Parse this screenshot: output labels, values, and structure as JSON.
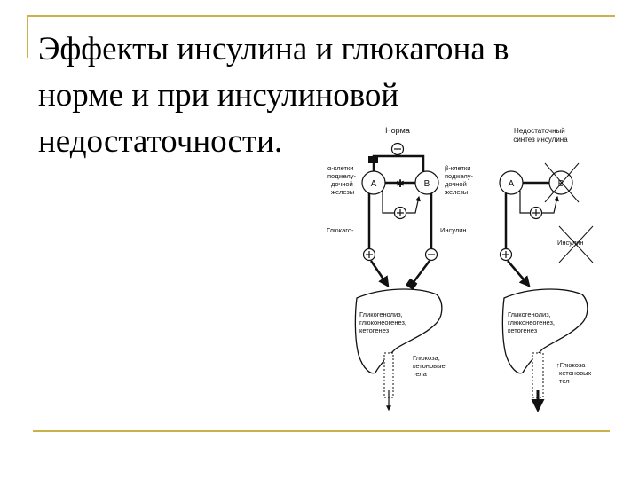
{
  "slide": {
    "title_lines": [
      "Эффекты инсулина и глюкагона в",
      "норме и при инсулиновой",
      "недостаточности."
    ]
  },
  "diagram": {
    "left": {
      "heading": "Норма",
      "alpha_cells": [
        "α-клетки",
        "поджелу-",
        "дочной",
        "железы"
      ],
      "beta_cells": [
        "β-клетки",
        "поджелу-",
        "дочной",
        "железы"
      ],
      "cell_a": "A",
      "cell_b": "B",
      "glucagon": "Глюкаго-",
      "insulin": "Инсулин",
      "liver_text": [
        "Гликогенолиз,",
        "глюконеогенез,",
        "кетогенез"
      ],
      "output_text": [
        "Глюкоза,",
        "кетоновые",
        "тела"
      ]
    },
    "right": {
      "heading": [
        "Недостаточный",
        "синтез инсулина"
      ],
      "cell_a": "A",
      "cell_b": "B",
      "insulin": "Инсулин",
      "liver_text": [
        "Гликогенолиз,",
        "глюконеогенез,",
        "кетогенез"
      ],
      "output_text": [
        "↑Глюкоза",
        "кетоновых",
        "тел"
      ]
    }
  }
}
